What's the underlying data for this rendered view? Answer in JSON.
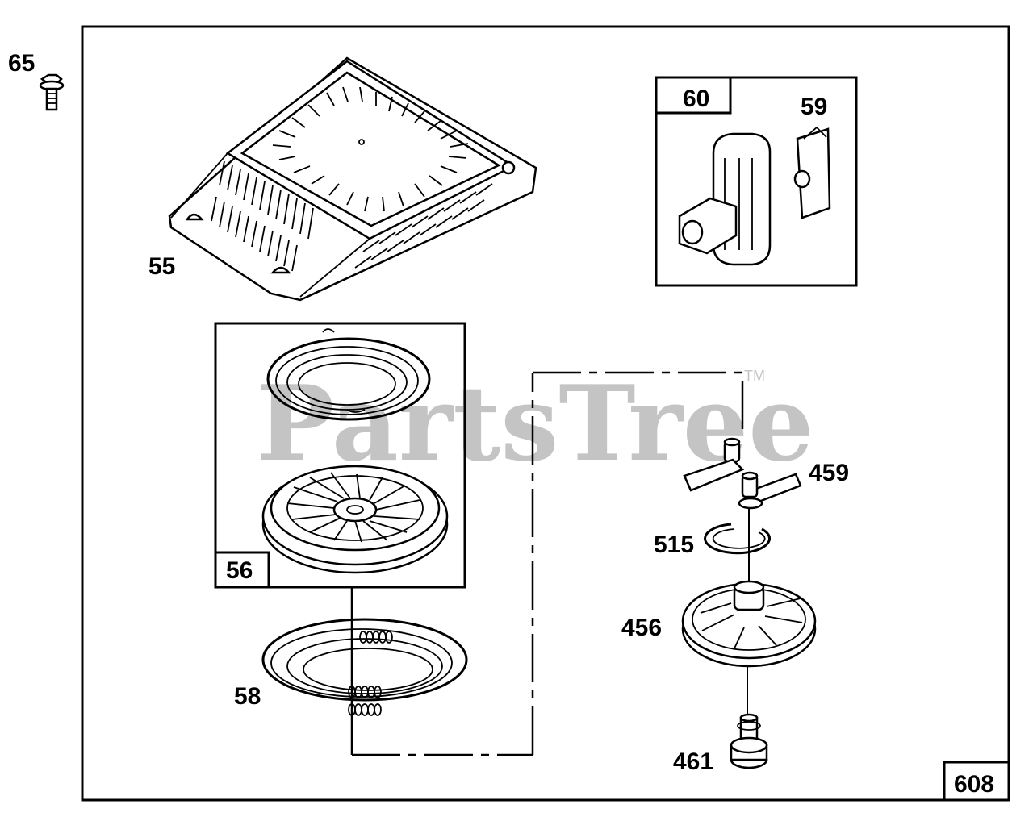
{
  "watermark": {
    "text": "PartsTree",
    "trademark": "TM"
  },
  "diagram_number": "608",
  "callouts": {
    "bolt": "65",
    "blower_housing": "55",
    "box_60": "60",
    "box_59": "59",
    "box_56": "56",
    "rewind_spring": "58",
    "dog": "459",
    "retainer": "515",
    "ratchet": "456",
    "screw": "461"
  },
  "colors": {
    "ink": "#000000",
    "watermark": "#c4c4c4",
    "background": "#ffffff"
  }
}
